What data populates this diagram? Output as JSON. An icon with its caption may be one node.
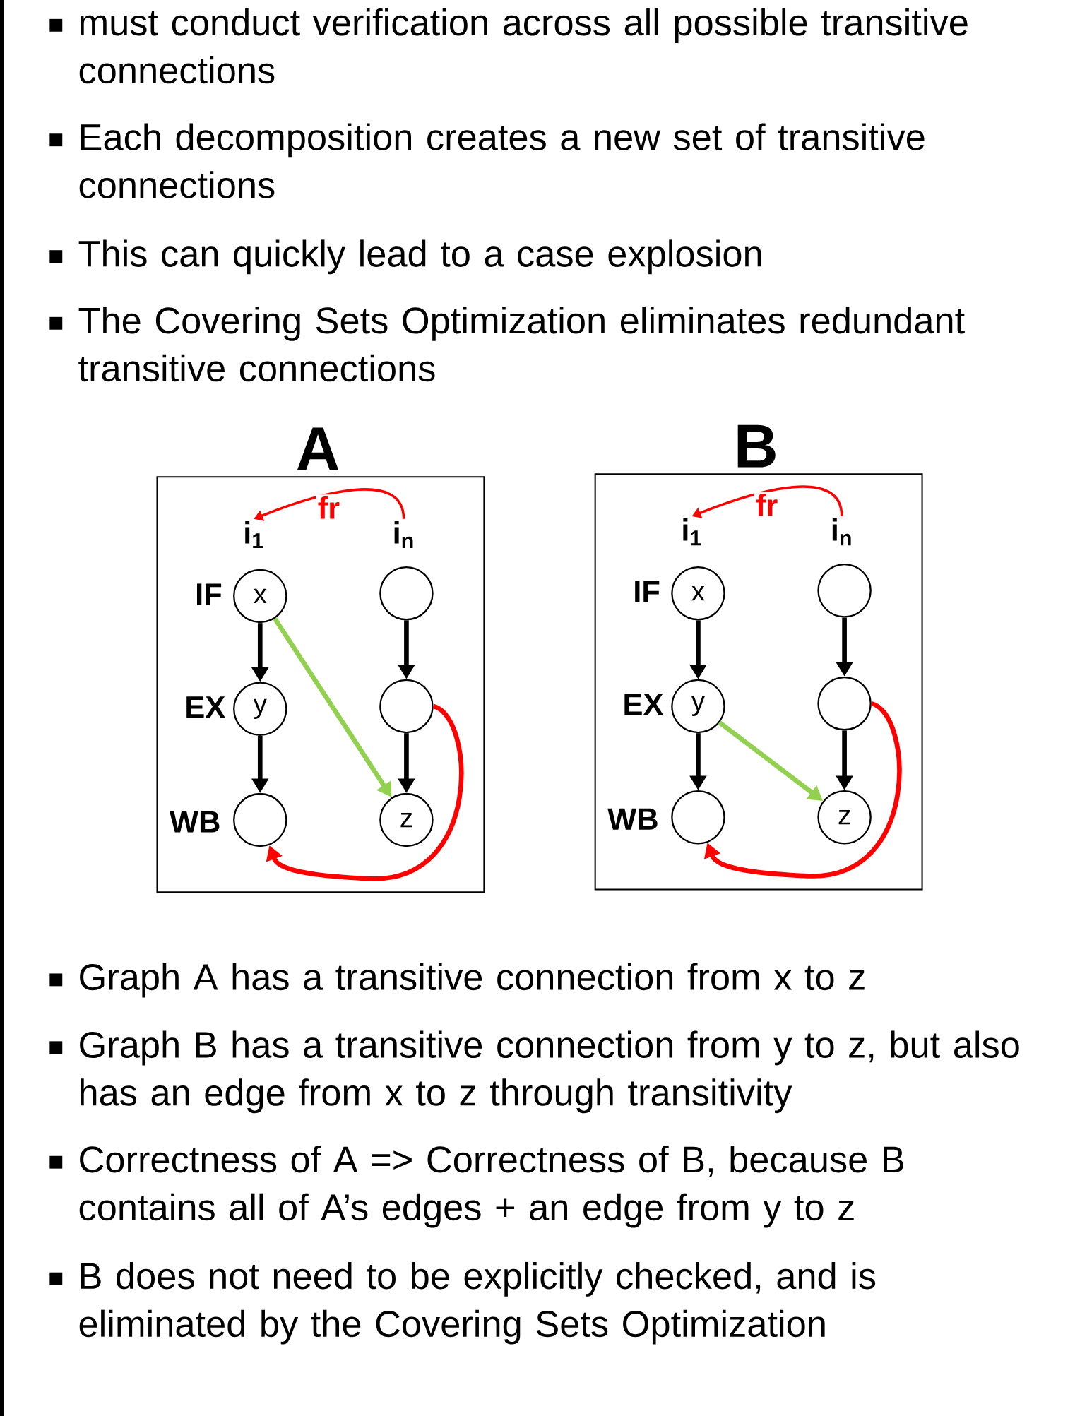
{
  "diagram": {
    "nodes": [
      {
        "text": [
          "A"
        ]
      },
      {
        "text": [
          "i$_{1}$"
        ],
        "in": 0
      },
      {
        "text": [
          "i$_{n}$"
        ],
        "in": 0
      },
      {
        "text": [
          "x"
        ],
        "in": 0,
        "beside": [
          "IF"
        ]
      },
      {
        "text": [
          "y"
        ],
        "in": 0,
        "beside": [
          "EX"
        ]
      },
      {
        "text": [],
        "shape": "circle",
        "in": 0,
        "beside": [
          "WB"
        ]
      },
      {
        "text": [],
        "shape": "circle",
        "in": 0
      },
      {
        "text": [],
        "shape": "circle",
        "in": 0
      },
      {
        "text": [
          "z"
        ],
        "in": 0
      },
      {
        "text": [
          "B"
        ]
      },
      {
        "text": [
          "i$_{1}$"
        ],
        "in": 9
      },
      {
        "text": [
          "i$_{n}$"
        ],
        "in": 9
      },
      {
        "text": [
          "x"
        ],
        "in": 9,
        "beside": [
          "IF"
        ]
      },
      {
        "text": [
          "y"
        ],
        "in": 9,
        "beside": [
          "EX"
        ]
      },
      {
        "text": [],
        "shape": "circle",
        "in": 9,
        "beside": [
          "WB"
        ]
      },
      {
        "text": [],
        "shape": "circle",
        "in": 9
      },
      {
        "text": [],
        "shape": "circle",
        "in": 9
      },
      {
        "text": [
          "z"
        ],
        "in": 9
      }
    ],
    "edges": [
      {
        "from": 2,
        "to": 1,
        "arrow": "to",
        "label": "fr",
        "color": "#ff0000"
      },
      {
        "from": 3,
        "to": 4,
        "arrow": "to"
      },
      {
        "from": 4,
        "to": 5,
        "arrow": "to"
      },
      {
        "from": 6,
        "to": 7,
        "arrow": "to"
      },
      {
        "from": 7,
        "to": 8,
        "arrow": "to"
      },
      {
        "from": 3,
        "to": 8,
        "arrow": "to",
        "color": "#92d050"
      },
      {
        "from": 7,
        "to": 5,
        "arrow": "to",
        "color": "#ff0000"
      },
      {
        "from": 11,
        "to": 10,
        "arrow": "to",
        "label": "fr",
        "color": "#ff0000"
      },
      {
        "from": 12,
        "to": 13,
        "arrow": "to"
      },
      {
        "from": 13,
        "to": 14,
        "arrow": "to"
      },
      {
        "from": 15,
        "to": 16,
        "arrow": "to"
      },
      {
        "from": 16,
        "to": 17,
        "arrow": "to"
      },
      {
        "from": 13,
        "to": 17,
        "arrow": "to",
        "color": "#92d050"
      },
      {
        "from": 16,
        "to": 14,
        "arrow": "to",
        "color": "#ff0000"
      }
    ],
    "labels": [
      "must conduct verification across all possible transitive connections",
      "Each decomposition creates a new set of transitive connections",
      "This can quickly lead to a case explosion",
      "The Covering Sets Optimization eliminates redundant transitive connections",
      "Graph A has a transitive connection from x to z",
      "Graph B has a transitive connection from y to z, but also has an edge from x to z through transitivity",
      "Correctness of A => Correctness of B, because B contains all of A’s edges + an edge from y to z",
      "B does not need to be explicitly checked, and is eliminated by the Covering Sets Optimization"
    ]
  }
}
